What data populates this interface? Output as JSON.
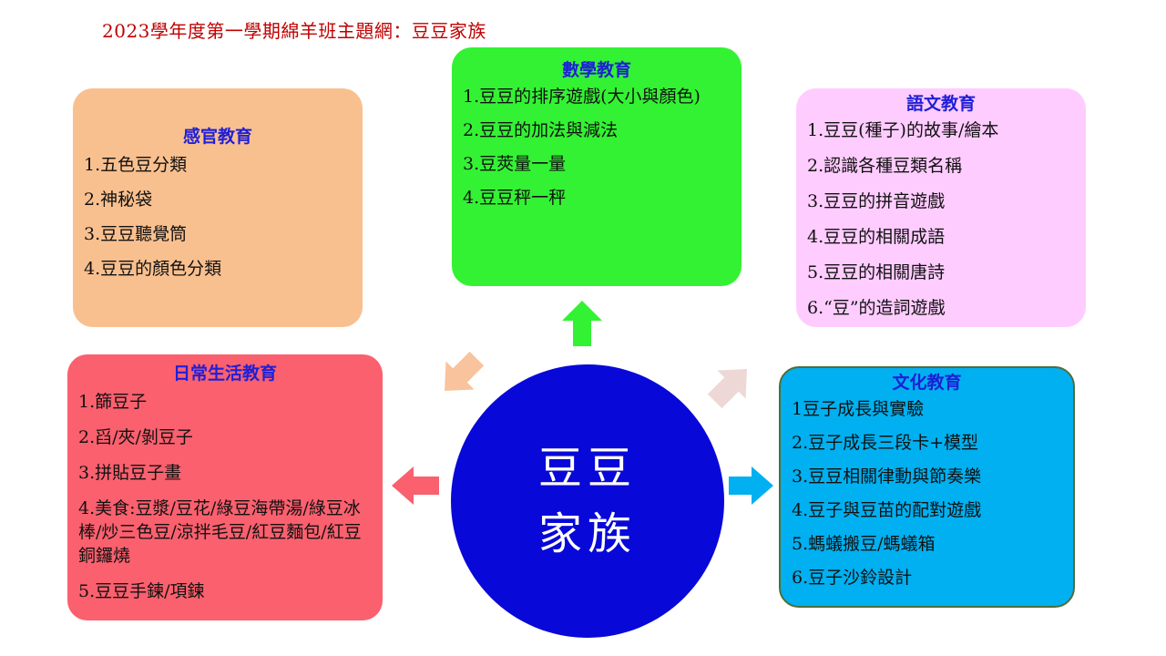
{
  "title": "2023學年度第一學期綿羊班主題網：豆豆家族",
  "center": {
    "line1": "豆豆",
    "line2": "家族"
  },
  "sensory": {
    "heading": "感官教育",
    "items": [
      "1.五色豆分類",
      "2.神秘袋",
      "3.豆豆聽覺筒",
      "4.豆豆的顏色分類"
    ]
  },
  "math": {
    "heading": "數學教育",
    "items": [
      "1.豆豆的排序遊戲(大小與顏色)",
      "2.豆豆的加法與減法",
      "3.豆莢量一量",
      "4.豆豆秤一秤"
    ]
  },
  "language": {
    "heading": "語文教育",
    "items": [
      "1.豆豆(種子)的故事/繪本",
      "2.認識各種豆類名稱",
      "3.豆豆的拼音遊戲",
      "4.豆豆的相關成語",
      "5.豆豆的相關唐詩",
      "6.“豆”的造詞遊戲"
    ]
  },
  "daily": {
    "heading": "日常生活教育",
    "items": [
      "1.篩豆子",
      "2.舀/夾/剝豆子",
      "3.拼貼豆子畫",
      "4.美食:豆漿/豆花/綠豆海帶湯/綠豆冰棒/炒三色豆/涼拌毛豆/紅豆麵包/紅豆銅鑼燒",
      "5.豆豆手鍊/項鍊"
    ]
  },
  "culture": {
    "heading": "文化教育",
    "items": [
      "1豆子成長與實驗",
      "2.豆子成長三段卡+模型",
      "3.豆豆相關律動與節奏樂",
      "4.豆子與豆苗的配對遊戲",
      "5.螞蟻搬豆/螞蟻箱",
      "6.豆子沙鈴設計"
    ]
  },
  "colors": {
    "sensory": "#f9c08f",
    "math": "#33f233",
    "language": "#ffccff",
    "daily": "#fa606e",
    "culture": "#00b0f0",
    "center": "#0808d8",
    "title": "#c00000",
    "heading": "#1f1fd6"
  }
}
